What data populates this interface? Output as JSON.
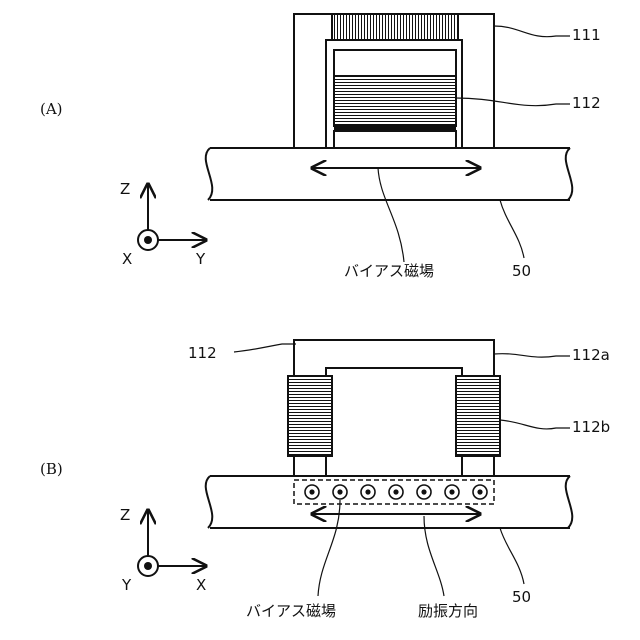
{
  "panel_a": {
    "label": "(A)",
    "ref_111": "111",
    "ref_112": "112",
    "ref_50": "50",
    "field_label": "バイアス磁場",
    "axis": {
      "up": "Z",
      "dot": "X",
      "right": "Y"
    }
  },
  "panel_b": {
    "label": "(B)",
    "ref_112": "112",
    "ref_112a": "112a",
    "ref_112b": "112b",
    "ref_50": "50",
    "field_label": "バイアス磁場",
    "excite_label": "励振方向",
    "axis": {
      "up": "Z",
      "dot": "Y",
      "right": "X"
    }
  }
}
